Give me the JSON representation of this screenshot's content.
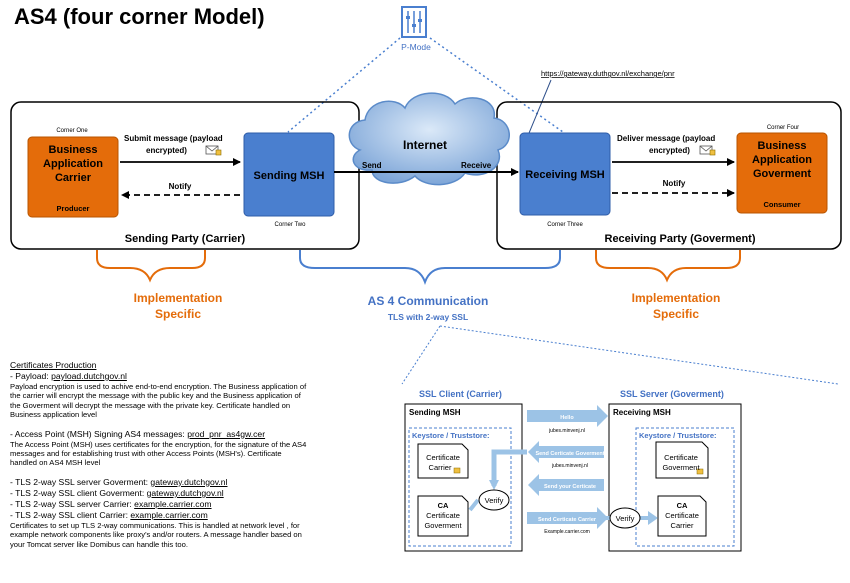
{
  "title": "AS4 (four corner Model)",
  "pmode": {
    "label": "P-Mode"
  },
  "url": "https://gateway.duthgov.nl/exchange/pnr",
  "sending_party": {
    "label": "Sending Party (Carrier)",
    "corner_one": "Corner One",
    "corner_two": "Corner Two",
    "business_app": [
      "Business",
      "Application",
      "Carrier"
    ],
    "producer": "Producer",
    "submit_message": [
      "Submit message (payload",
      "encrypted)"
    ],
    "notify": "Notify",
    "msh": "Sending MSH"
  },
  "internet": {
    "label": "Internet",
    "send": "Send",
    "receive": "Receive"
  },
  "receiving_party": {
    "label": "Receiving Party (Goverment)",
    "corner_three": "Corner Three",
    "corner_four": "Corner Four",
    "msh": "Receiving MSH",
    "deliver_message": [
      "Deliver message (payload",
      "encrypted)"
    ],
    "notify": "Notify",
    "business_app": [
      "Business",
      "Application",
      "Goverment"
    ],
    "consumer": "Consumer"
  },
  "brackets": {
    "impl_left": [
      "Implementation",
      "Specific"
    ],
    "impl_right": [
      "Implementation",
      "Specific"
    ],
    "as4_title": "AS 4 Communication",
    "as4_sub": "TLS with 2-way SSL"
  },
  "certificates": {
    "heading": "Certificates Production",
    "payload_prefix": "- Payload: ",
    "payload_link": "payload.dutchgov.nl",
    "payload_text": "Payload encryption is used to achive end-to-end encryption. The Business application of the carrier will encrypt the message with the public key and the Business application of the Goverment will decrypt the message with the private key. Certificate handled on Business application level",
    "ap_prefix": "- Access Point (MSH) Signing AS4 messages: ",
    "ap_link": "prod_pnr_as4gw.cer",
    "ap_text": "The Access Point (MSH) uses certificates for the encryption, for the signature of the AS4 messages and for establishing trust with other Access Points (MSH's). Certificate handled on AS4 MSH level",
    "tls": [
      {
        "prefix": "- TLS 2-way SSL server Goverment: ",
        "link": "gateway.dutchgov.nl"
      },
      {
        "prefix": "- TLS 2-way SSL client Goverment: ",
        "link": "gateway.dutchgov.nl"
      },
      {
        "prefix": "- TLS 2-way SSL server Carrier: ",
        "link": "example.carrier.com"
      },
      {
        "prefix": "- TLS 2-way SSL client Carrier: ",
        "link": "example.carrier.com"
      }
    ],
    "tls_text": "Certificates to set up TLS 2-way communications. This is handled at network level , for example network components like proxy's and/or routers. A message handler based on your Tomcat server like Domibus can handle this too."
  },
  "ssl": {
    "client_title": "SSL Client (Carrier)",
    "server_title": "SSL Server (Goverment)",
    "sending_msh": "Sending MSH",
    "receiving_msh": "Receiving MSH",
    "keystore_left": "Keystore / Truststore:",
    "keystore_right": "Keystore / Truststore:",
    "cert_carrier": [
      "Certificate",
      "Carrier"
    ],
    "ca_gov": [
      "CA",
      "Certificate",
      "Goverment"
    ],
    "cert_gov": [
      "Certificate",
      "Goverment"
    ],
    "ca_carrier": [
      "CA",
      "Certificate",
      "Carrier"
    ],
    "verify_left": "Verify",
    "verify_right": "Verify",
    "hello": "Hello",
    "hello_sub": "jubes.minvenj.nl",
    "send_gov_cert": "Send Certicate Goverment",
    "send_gov_cert_sub": "jubes.minvenj.nl",
    "send_your_cert": "Send your Certicate",
    "send_carrier_cert": "Send Certicate Carrier",
    "send_carrier_cert_sub": "Example.carrier.com"
  },
  "colors": {
    "orange": "#e46c0a",
    "orange_fill": "#f28b30",
    "blue_msh": "#4a7fcf",
    "blue_bracket": "#4a7fcf",
    "arrow_light": "#9cc3e6",
    "text_orange": "#e46c0a",
    "text_blue": "#4472c4"
  }
}
